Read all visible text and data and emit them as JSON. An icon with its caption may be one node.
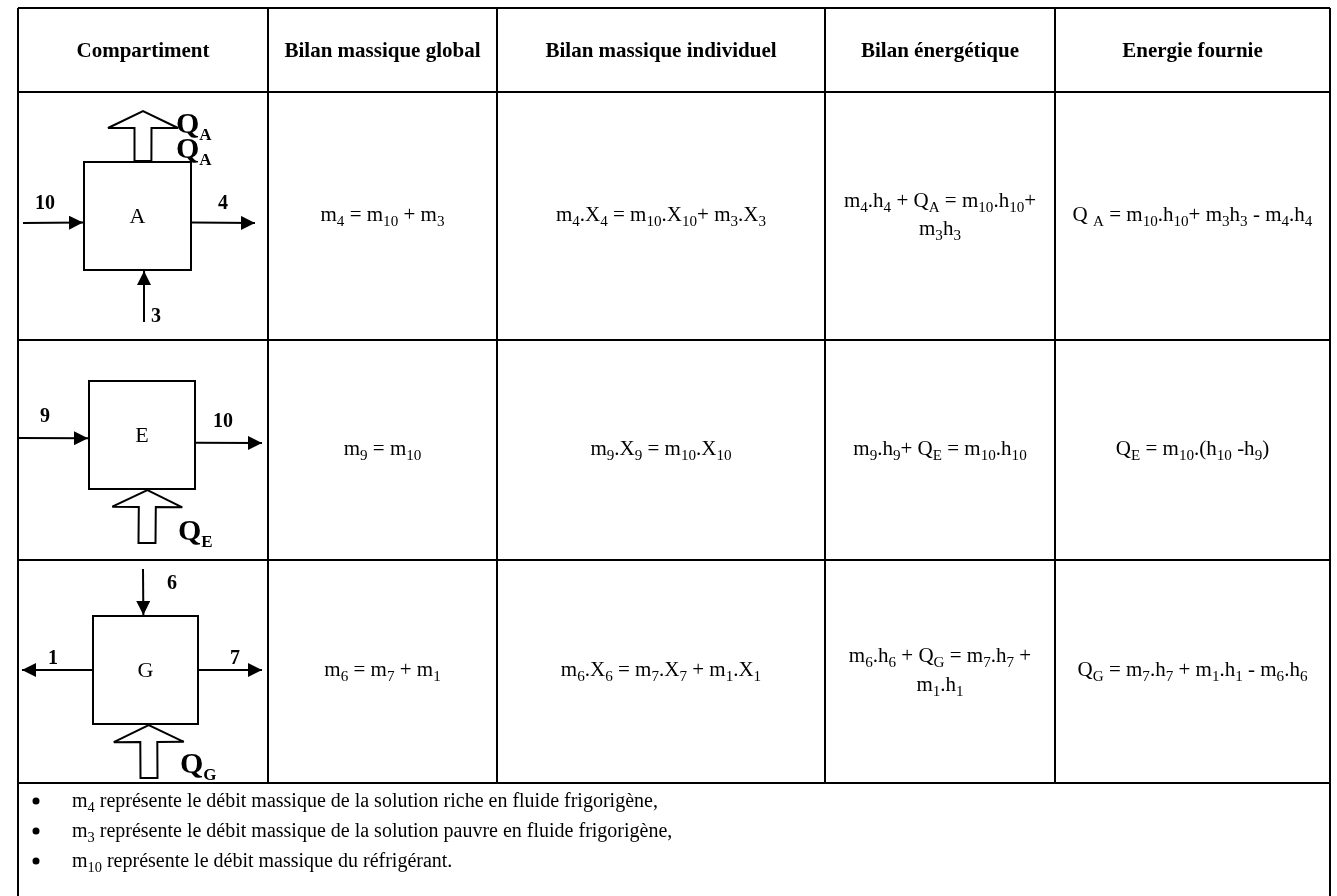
{
  "diagram": {
    "nodes": [
      {
        "text": [
          "A"
        ]
      },
      {
        "text": [
          "E"
        ]
      },
      {
        "text": [
          "G"
        ]
      }
    ],
    "edges": [
      {
        "from": null,
        "to": 0,
        "arrow": "to",
        "label": "10"
      },
      {
        "from": 0,
        "to": null,
        "arrow": "to",
        "label": "4"
      },
      {
        "from": null,
        "to": 0,
        "arrow": "to",
        "label": "3"
      },
      {
        "from": 0,
        "to": null,
        "arrow": "to",
        "label": "Q$_{A}$",
        "style": "thick"
      },
      {
        "from": null,
        "to": 1,
        "arrow": "to",
        "label": "9"
      },
      {
        "from": 1,
        "to": null,
        "arrow": "to",
        "label": "10"
      },
      {
        "from": null,
        "to": 1,
        "arrow": "to",
        "label": "Q$_{E}$",
        "style": "thick"
      },
      {
        "from": null,
        "to": 2,
        "arrow": "to",
        "label": "6"
      },
      {
        "from": 2,
        "to": null,
        "arrow": "to",
        "label": "1"
      },
      {
        "from": 2,
        "to": null,
        "arrow": "to",
        "label": "7"
      },
      {
        "from": null,
        "to": 2,
        "arrow": "to",
        "label": "Q$_{G}$",
        "style": "thick"
      }
    ],
    "labels": [
      "Compartiment",
      "Bilan massique global",
      "Bilan massique individuel",
      "Bilan énergétique",
      "Energie fournie",
      "Q$_{A}$",
      "m$_{4}$ = m$_{10}$ + m$_{3}$",
      "m$_{4}$.X$_{4}$ = m$_{10}$.X$_{10}$+ m$_{3}$.X$_{3}$",
      "m$_{4}$.h$_{4}$ + Q$_{A}$ = m$_{10}$.h$_{10}$+ m$_{3}$h$_{3}$",
      "Q $_{A}$ = m$_{10}$.h$_{10}$+ m$_{3}$h$_{3}$ - m$_{4}$.h$_{4}$",
      "m$_{9}$ = m$_{10}$",
      "m$_{9}$.X$_{9}$ = m$_{10}$.X$_{10}$",
      "m$_{9}$.h$_{9}$+ Q$_{E}$ = m$_{10}$.h$_{10}$",
      "Q$_{E}$ = m$_{10}$.(h$_{10}$ -h$_{9}$)",
      "m$_{6}$ = m$_{7}$ + m$_{1}$",
      "m$_{6}$.X$_{6}$ = m$_{7}$.X$_{7}$ + m$_{1}$.X$_{1}$",
      "m$_{6}$.h$_{6}$ + Q$_{G}$ = m$_{7}$.h$_{7}$ + m$_{1}$.h$_{1}$",
      "Q$_{G}$ = m$_{7}$.h$_{7}$ + m$_{1}$.h$_{1}$ - m$_{6}$.h$_{6}$",
      "m$_{4}$  représente le débit massique de la solution riche en fluide frigorigène,",
      "m$_{3}$  représente le débit massique de la solution pauvre en fluide frigorigène,",
      "m$_{10}$ représente le débit massique du réfrigérant."
    ]
  }
}
